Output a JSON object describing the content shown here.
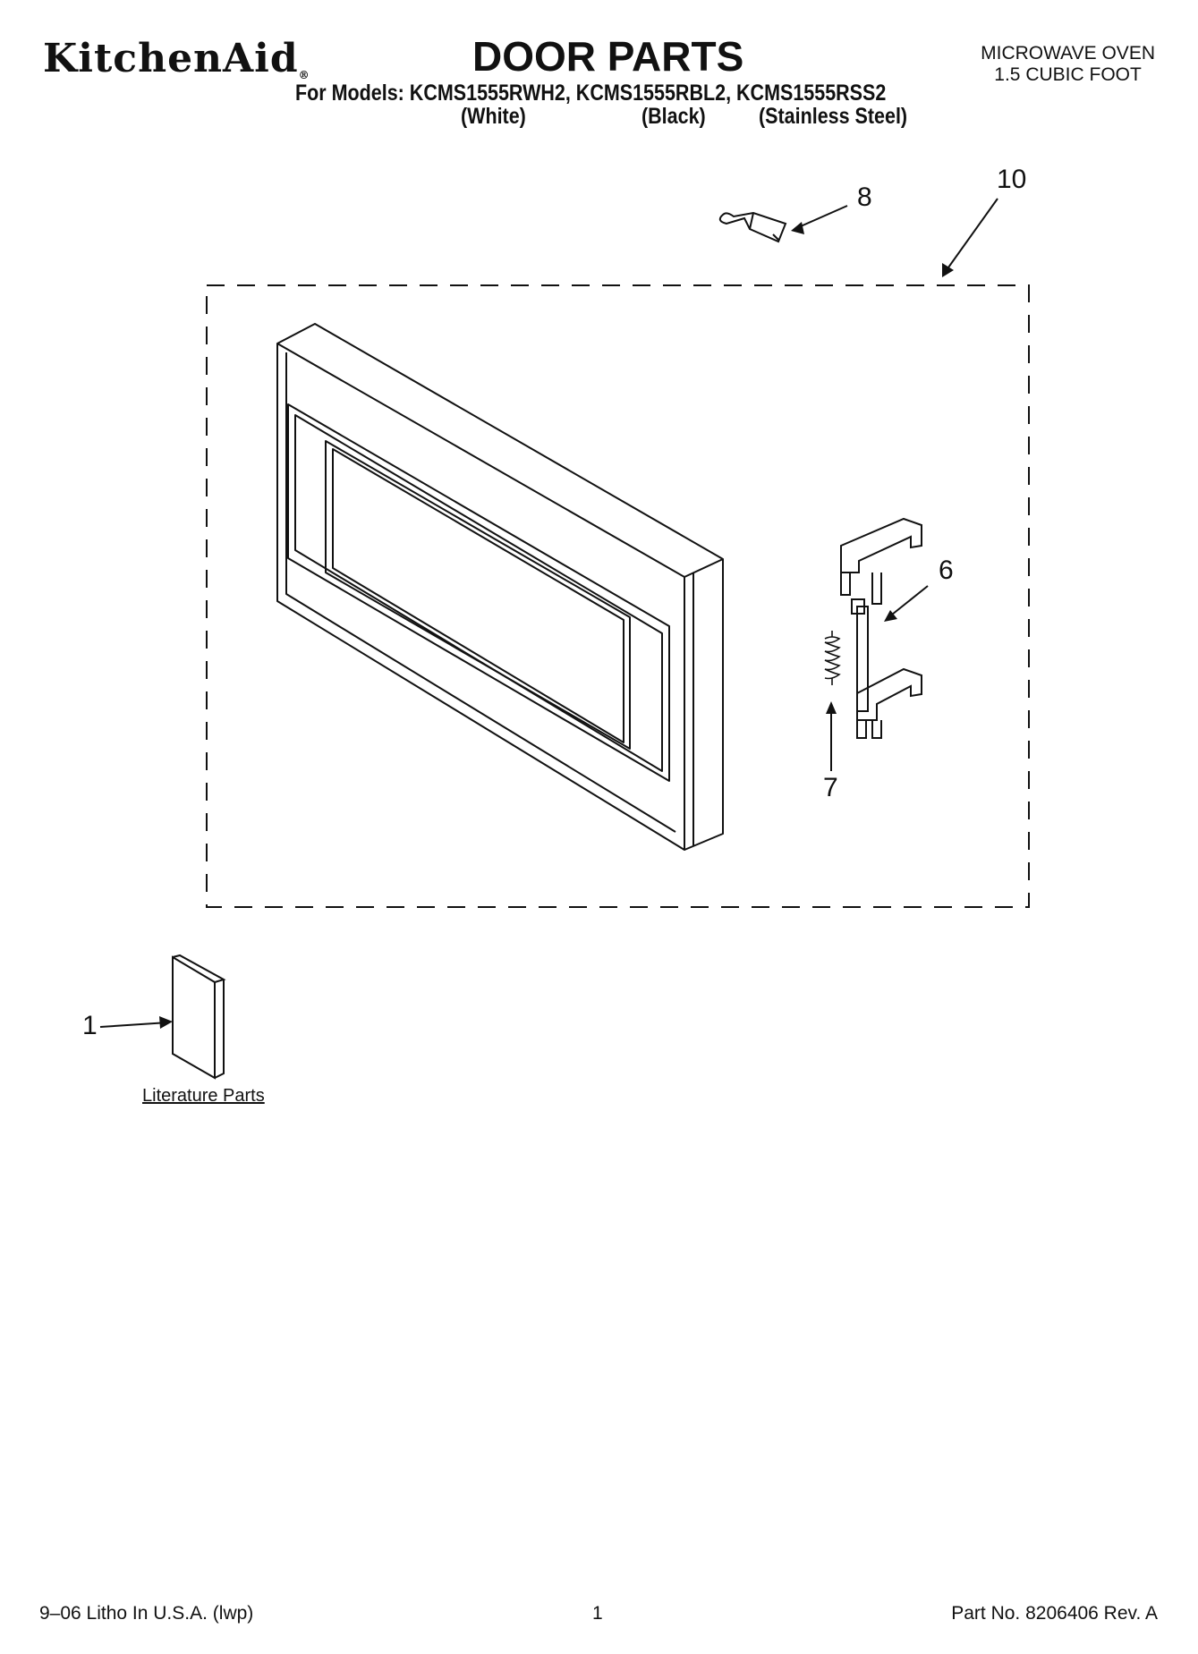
{
  "header": {
    "brand": "KitchenAid",
    "brand_mark": "®",
    "title": "DOOR PARTS",
    "product_line1": "MICROWAVE OVEN",
    "product_line2": "1.5 CUBIC FOOT",
    "models_line": "For Models: KCMS1555RWH2, KCMS1555RBL2, KCMS1555RSS2",
    "variants": [
      "(White)",
      "(Black)",
      "(Stainless Steel)"
    ]
  },
  "callouts": {
    "door_assembly": "10",
    "bracket": "8",
    "latch": "6",
    "spring": "7",
    "literature": "1"
  },
  "literature_label": "Literature Parts",
  "footer": {
    "litho": "9–06 Litho In U.S.A. (lwp)",
    "page": "1",
    "part_no": "Part No. 8206406 Rev. A"
  }
}
